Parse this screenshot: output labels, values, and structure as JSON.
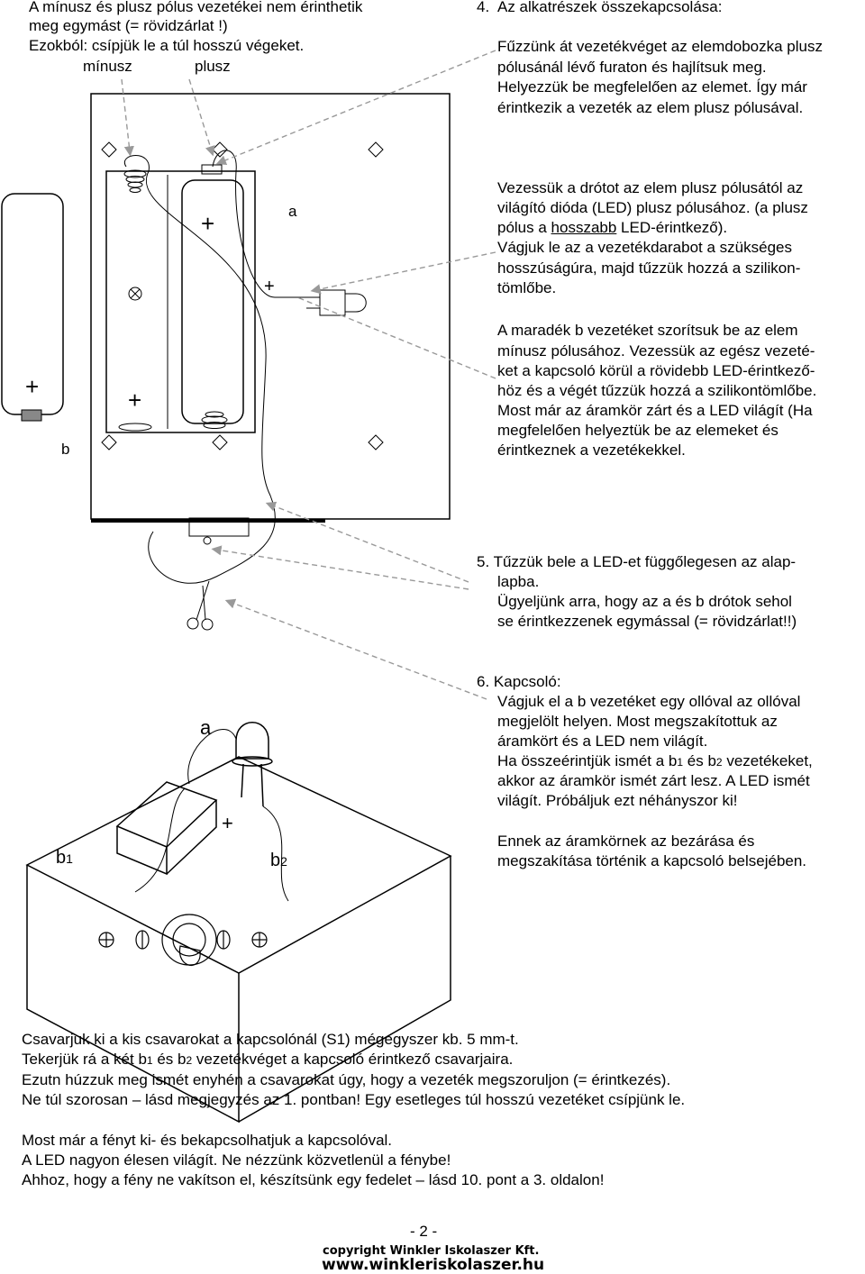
{
  "top_left": {
    "line1": "A mínusz és plusz pólus vezetékei nem érinthetik",
    "line2": "meg egymást (= rövidzárlat !)",
    "line3": "Ezokból: csípjük le a túl hosszú végeket.",
    "minus_label": "mínusz",
    "plus_label": "plusz"
  },
  "step4": {
    "number": "4.",
    "title": "Az alkatrészek összekapcsolása:",
    "p1_line1": "Fűzzünk át vezetékvéget az elemdobozka plusz",
    "p1_line2": "pólusánál lévő furaton és hajlítsuk meg.",
    "p1_line3": "Helyezzük be megfelelően az elemet. Így már",
    "p1_line4": "érintkezik a vezeték az elem plusz pólusával.",
    "p2_line1": "Vezessük a drótot az elem plusz pólusától az",
    "p2_line2": "világító dióda (LED) plusz pólusához. (a plusz",
    "p2_line3a": "pólus a ",
    "p2_line3b": "hosszabb",
    "p2_line3c": " LED-érintkező).",
    "p2_line4": "Vágjuk le az a vezetékdarabot a szükséges",
    "p2_line5": "hosszúságúra, majd tűzzük hozzá a szilikon-",
    "p2_line6": "tömlőbe.",
    "p3_line1": "A maradék b vezetéket szorítsuk be az elem",
    "p3_line2": "mínusz pólusához. Vezessük az egész vezeté-",
    "p3_line3": "ket a kapcsoló körül a rövidebb LED-érintkező-",
    "p3_line4": "höz és a végét tűzzük hozzá a szilikontömlőbe.",
    "p3_line5": "Most már az áramkör zárt és a LED világít (Ha",
    "p3_line6": "megfelelően helyeztük be az elemeket és",
    "p3_line7": "érintkeznek a vezetékekkel."
  },
  "diagram1": {
    "label_a": "a",
    "label_b": "b",
    "plus": "+"
  },
  "step5": {
    "line1": "5. Tűzzük bele a LED-et függőlegesen az alap-",
    "line2": "lapba.",
    "line3": "Ügyeljünk arra, hogy az a és b drótok sehol",
    "line4": "se érintkezzenek egymással (= rövidzárlat!!)"
  },
  "step6": {
    "line1": "6. Kapcsoló:",
    "line2": "Vágjuk el a b vezetéket egy ollóval az ollóval",
    "line3": "megjelölt helyen. Most megszakítottuk az",
    "line4": "áramkört és a LED nem világít.",
    "line5a": "Ha összeérintjük ismét a b",
    "line5_sub1": "1",
    "line5b": " és b",
    "line5_sub2": "2",
    "line5c": " vezetékeket,",
    "line6": "akkor az áramkör ismét zárt lesz. A LED ismét",
    "line7": "világít. Próbáljuk ezt néhányszor ki!",
    "line8": "Ennek az áramkörnek az bezárása és",
    "line9": "megszakítása történik a kapcsoló belsejében."
  },
  "diagram2": {
    "label_a": "a",
    "label_b1": "b",
    "label_b1_sub": "1",
    "label_b2": "b",
    "label_b2_sub": "2",
    "plus": "+"
  },
  "bottom": {
    "l1": "Csavarjuk ki a kis csavarokat a kapcsolónál (S1) mégegyszer kb. 5 mm-t.",
    "l2a": "Tekerjük rá a két b",
    "l2_sub1": "1",
    "l2b": " és b",
    "l2_sub2": "2",
    "l2c": " vezetékvéget a kapcsoló érintkező csavarjaira.",
    "l3": "Ezutn húzzuk meg ismét enyhén a csavarokat úgy, hogy a vezeték megszoruljon (= érintkezés).",
    "l4": "Ne túl szorosan – lásd megjegyzés az 1. pontban! Egy esetleges túl hosszú vezetéket csípjünk le.",
    "l5": "Most már a fényt ki- és bekapcsolhatjuk a kapcsolóval.",
    "l6": "A LED nagyon élesen világít. Ne nézzünk közvetlenül a fénybe!",
    "l7": "Ahhoz, hogy a fény ne vakítson el, készítsünk egy fedelet – lásd 10. pont a 3. oldalon!"
  },
  "footer": {
    "page": "- 2 -",
    "copyright": "copyright Winkler Iskolaszer Kft.",
    "url": "www.winkleriskolaszer.hu"
  }
}
